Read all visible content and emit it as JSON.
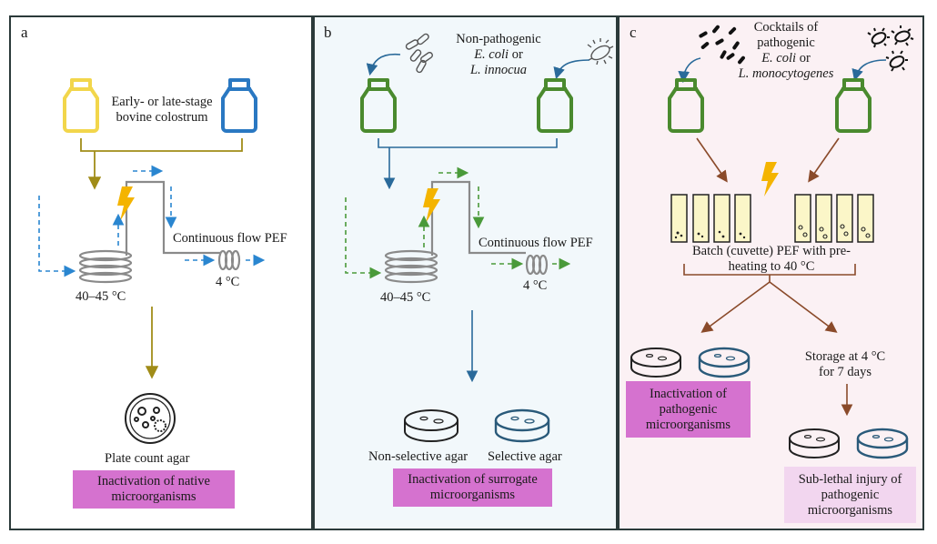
{
  "panels": {
    "a": {
      "letter": "a",
      "source_label_line1": "Early- or late-stage",
      "source_label_line2": "bovine colostrum",
      "process_label": "Continuous flow PEF",
      "hot_temp": "40–45 °C",
      "cold_temp": "4 °C",
      "plate_label": "Plate count agar",
      "outcome_line1": "Inactivation of native",
      "outcome_line2": "microorganisms"
    },
    "b": {
      "letter": "b",
      "org_line1": "Non-pathogenic",
      "org_line2": "E. coli",
      "org_or": " or",
      "org_line3": "L. innocua",
      "process_label": "Continuous flow PEF",
      "hot_temp": "40–45 °C",
      "cold_temp": "4 °C",
      "agar1": "Non-selective agar",
      "agar2": "Selective agar",
      "outcome_line1": "Inactivation of surrogate",
      "outcome_line2": "microorganisms"
    },
    "c": {
      "letter": "c",
      "org_line1": "Cocktails of",
      "org_line2": "pathogenic",
      "org_line3": "E. coli",
      "org_or": " or",
      "org_line4": "L. monocytogenes",
      "batch_line1": "Batch (cuvette) PEF with pre-",
      "batch_line2": "heating to 40 °C",
      "storage_line1": "Storage at 4 °C",
      "storage_line2": "for 7 days",
      "outcome1_line1": "Inactivation of",
      "outcome1_line2": "pathogenic",
      "outcome1_line3": "microorganisms",
      "outcome2_line1": "Sub-lethal injury of",
      "outcome2_line2": "pathogenic",
      "outcome2_line3": "microorganisms"
    }
  },
  "colors": {
    "yellow_bottle": "#f2d64b",
    "blue_bottle": "#2a78c2",
    "green_bottle": "#4a8a2e",
    "olive_line": "#a08c18",
    "blue_line": "#2a6a9a",
    "brown_line": "#8a4a2a",
    "dashed_blue": "#2a86d0",
    "dashed_green": "#4a9a3a",
    "magenta_box": "#d572cf",
    "light_magenta_box": "#f2d6ef",
    "bolt": "#f4b400",
    "coil": "#8a8a8a"
  }
}
